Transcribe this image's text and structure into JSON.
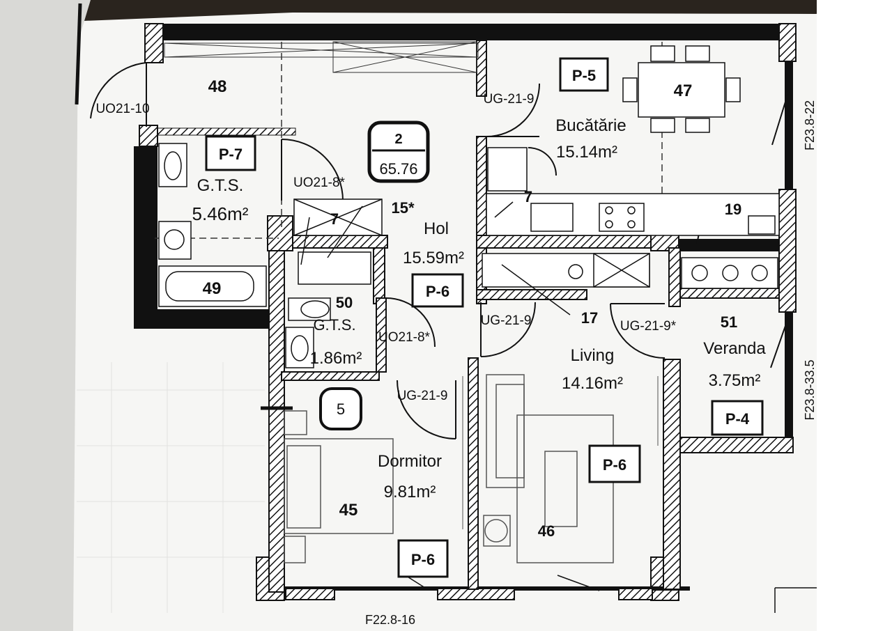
{
  "apartment": {
    "number": "2",
    "area": "65.76"
  },
  "rooms": {
    "kitchen": {
      "name": "Bucătărie",
      "area": "15.14m²",
      "num": "47",
      "tag": "P-5"
    },
    "wc_large": {
      "name": "G.T.S.",
      "area": "5.46m²",
      "tag": "P-7"
    },
    "hall": {
      "name": "Hol",
      "area": "15.59m²",
      "tag": "P-6"
    },
    "wc_small": {
      "name": "G.T.S.",
      "area": "1.86m²",
      "num": "50"
    },
    "living": {
      "name": "Living",
      "area": "14.16m²",
      "num": "46",
      "tag": "P-6"
    },
    "veranda": {
      "name": "Veranda",
      "area": "3.75m²",
      "num": "51",
      "tag": "P-4"
    },
    "bedroom": {
      "name": "Dormitor",
      "area": "9.81m²",
      "num": "45",
      "tag": "P-6",
      "circle": "5"
    }
  },
  "numbers": {
    "n48": "48",
    "n49": "49",
    "n7a": "7",
    "n7b": "7",
    "n15": "15*",
    "n17": "17",
    "n19": "19"
  },
  "doors": {
    "d1": "UO21-10",
    "d2": "UG-21-9",
    "d3": "UO21-8*",
    "d4": "UO21-8*",
    "d5": "UG-21-9",
    "d6": "UG-21-9*",
    "d7": "UG-21-9"
  },
  "side_codes": {
    "right_top": "F23.8-22",
    "right_mid": "F23.8-33.5",
    "bottom": "F22.8-16"
  }
}
